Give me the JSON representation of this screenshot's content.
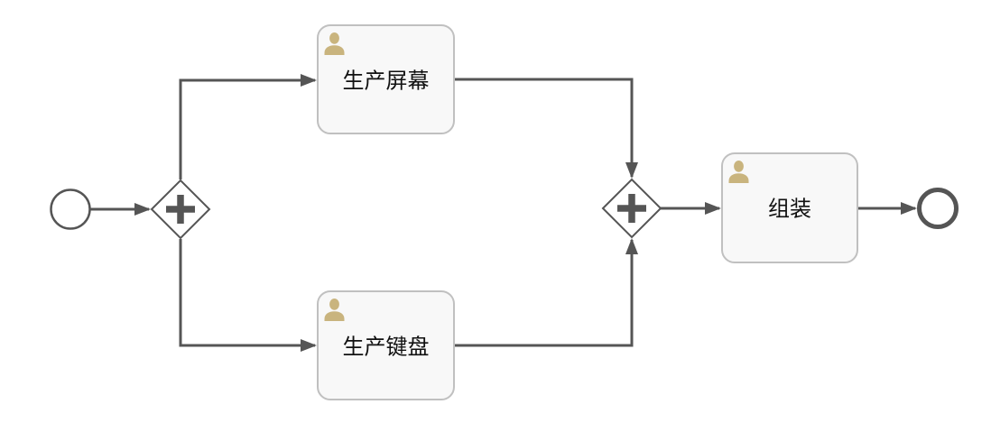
{
  "diagram": {
    "kind": "bpmn-process",
    "background_color": "#ffffff",
    "colors": {
      "flow_stroke": "#555555",
      "task_fill": "#f8f8f8",
      "task_border": "#c0c0c0",
      "gateway_fill": "#ffffff",
      "gateway_stroke": "#555555",
      "event_stroke": "#555555",
      "label_color": "#111111",
      "user_icon_color": "#c9b47e"
    },
    "nodes": {
      "start_event": {
        "type": "start-event"
      },
      "gateway_split": {
        "type": "parallel-gateway",
        "icon": "plus-icon"
      },
      "task_produce_screen": {
        "type": "user-task",
        "label": "生产屏幕",
        "icon": "user-icon"
      },
      "task_produce_keyboard": {
        "type": "user-task",
        "label": "生产键盘",
        "icon": "user-icon"
      },
      "gateway_join": {
        "type": "parallel-gateway",
        "icon": "plus-icon"
      },
      "task_assemble": {
        "type": "user-task",
        "label": "组装",
        "icon": "user-icon"
      },
      "end_event": {
        "type": "end-event"
      }
    },
    "edges": [
      {
        "from": "start_event",
        "to": "gateway_split"
      },
      {
        "from": "gateway_split",
        "to": "task_produce_screen"
      },
      {
        "from": "gateway_split",
        "to": "task_produce_keyboard"
      },
      {
        "from": "task_produce_screen",
        "to": "gateway_join"
      },
      {
        "from": "task_produce_keyboard",
        "to": "gateway_join"
      },
      {
        "from": "gateway_join",
        "to": "task_assemble"
      },
      {
        "from": "task_assemble",
        "to": "end_event"
      }
    ]
  }
}
